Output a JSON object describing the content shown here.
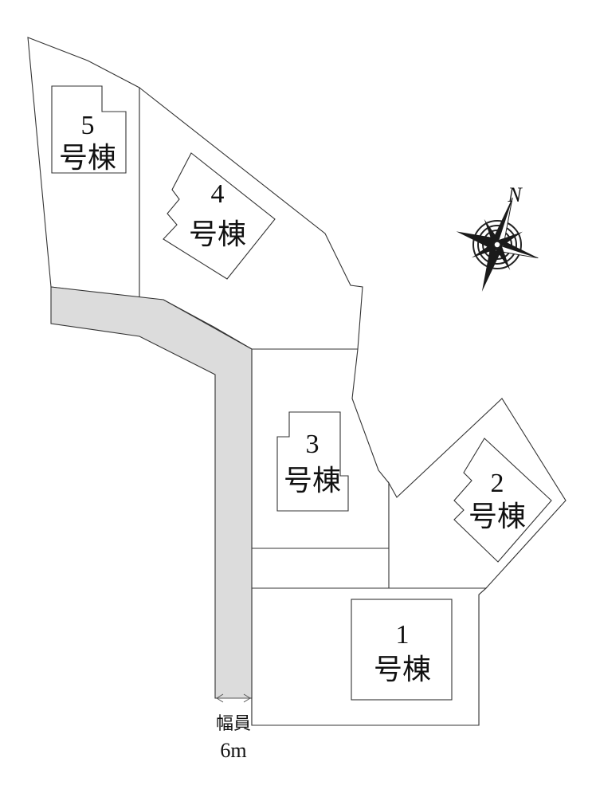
{
  "buildings": [
    {
      "id": "5",
      "number": "5",
      "label": "号棟"
    },
    {
      "id": "4",
      "number": "4",
      "label": "号棟"
    },
    {
      "id": "3",
      "number": "3",
      "label": "号棟"
    },
    {
      "id": "2",
      "number": "2",
      "label": "号棟"
    },
    {
      "id": "1",
      "number": "1",
      "label": "号棟"
    }
  ],
  "road": {
    "width_label": "幅員",
    "width_value": "6m"
  },
  "compass": {
    "north_label": "N",
    "icon": "compass-rose-icon"
  },
  "colors": {
    "road": "#dcdcdc",
    "line": "#333333"
  }
}
